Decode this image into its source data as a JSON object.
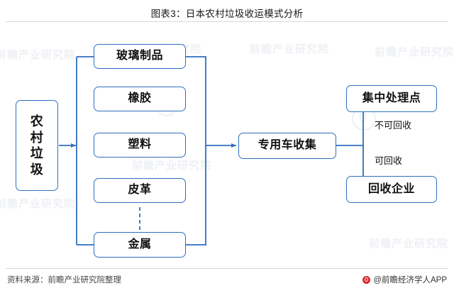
{
  "title": "图表3：日本农村垃圾收运模式分析",
  "footer": {
    "source": "资料来源：前瞻产业研究院整理",
    "credit": "@前瞻经济学人APP"
  },
  "diagram": {
    "source_node": {
      "label": "农村垃圾"
    },
    "waste_types": [
      {
        "label": "玻璃制品"
      },
      {
        "label": "橡胶"
      },
      {
        "label": "塑料"
      },
      {
        "label": "皮革"
      },
      {
        "label": "金属"
      }
    ],
    "collection_node": {
      "label": "专用车收集"
    },
    "destinations": [
      {
        "label": "集中处理点"
      },
      {
        "label": "回收企业"
      }
    ],
    "edge_labels": [
      {
        "label": "不可回收"
      },
      {
        "label": "可回收"
      }
    ]
  },
  "watermarks": [
    "前瞻产业研究院",
    "前瞻产业研究院",
    "前瞻产业研究院",
    "前瞻产业研究院",
    "前瞻产业研究院",
    "前瞻产业研究院",
    "前瞻产业研究院"
  ],
  "colors": {
    "line": "#2f6fc0",
    "box_border": "#2f6fc0",
    "text": "#111111",
    "background": "#ffffff"
  }
}
